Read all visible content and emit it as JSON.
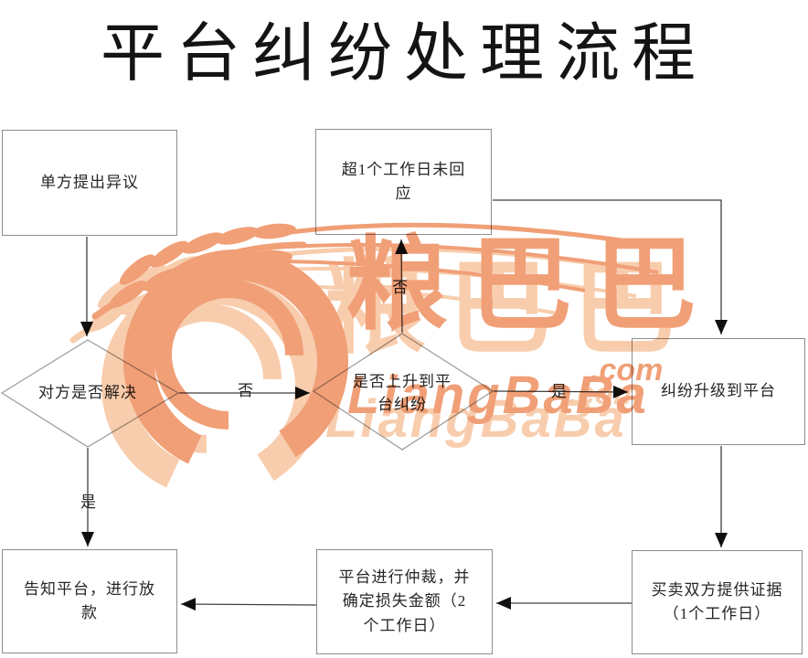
{
  "title": "平台纠纷处理流程",
  "watermark": {
    "brand_cn": "粮巴巴",
    "brand_en": "LiangBaBa",
    "brand_suffix": ".com",
    "color_main": "#f09a70",
    "color_light": "#f8cba9"
  },
  "flow": {
    "nodes": {
      "raise_objection": "单方提出异议",
      "no_response": "超1个工作日未回\n应",
      "resolve_decision": "对方是否解决",
      "escalate_decision": "是否上升到平\n台纠纷",
      "escalated": "纠纷升级到平台",
      "notify_release": "告知平台，进行放\n款",
      "arbitrate": "平台进行仲裁，并\n确定损失金额（2\n个工作日）",
      "evidence": "买卖双方提供证据\n（1个工作日）"
    },
    "labels": {
      "yes": "是",
      "no": "否"
    }
  }
}
